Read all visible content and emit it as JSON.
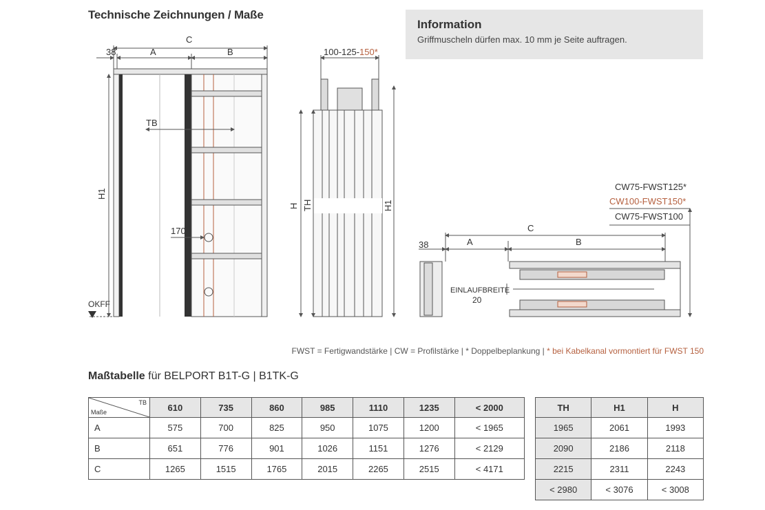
{
  "header": {
    "title": "Technische Zeichnungen / Maße"
  },
  "info": {
    "title": "Information",
    "text": "Griffmuscheln dürfen max. 10 mm je Seite auftragen."
  },
  "drawing_front": {
    "dim_38": "38",
    "dim_C": "C",
    "dim_A": "A",
    "dim_B": "B",
    "dim_TB": "TB",
    "dim_H1": "H1",
    "dim_170": "170",
    "okff": "OKFF"
  },
  "drawing_side": {
    "width_label_a": "100-125-",
    "width_label_b": "150*",
    "dim_H": "H",
    "dim_TH": "TH",
    "dim_H1": "H1"
  },
  "drawing_top": {
    "cw75_125": "CW75-FWST125*",
    "cw100_150": "CW100-FWST150*",
    "cw75_100": "CW75-FWST100",
    "dim_C": "C",
    "dim_38": "38",
    "dim_A": "A",
    "dim_B": "B",
    "einlauf": "EINLAUFBREITE",
    "einlauf_val": "20"
  },
  "legend": {
    "main": "FWST = Fertigwandstärke | CW = Profilstärke | * Doppelbeplankung | ",
    "red": "* bei Kabelkanal vormontiert für FWST 150"
  },
  "table_title": {
    "bold": "Maßtabelle",
    "rest": " für BELPORT B1T-G | B1TK-G"
  },
  "table_left": {
    "corner_tb": "TB",
    "corner_mass": "Maße",
    "headers": [
      "610",
      "735",
      "860",
      "985",
      "1110",
      "1235",
      "< 2000"
    ],
    "rows": [
      {
        "label": "A",
        "values": [
          "575",
          "700",
          "825",
          "950",
          "1075",
          "1200",
          "< 1965"
        ]
      },
      {
        "label": "B",
        "values": [
          "651",
          "776",
          "901",
          "1026",
          "1151",
          "1276",
          "< 2129"
        ]
      },
      {
        "label": "C",
        "values": [
          "1265",
          "1515",
          "1765",
          "2015",
          "2265",
          "2515",
          "< 4171"
        ]
      }
    ]
  },
  "table_right": {
    "headers": [
      "TH",
      "H1",
      "H"
    ],
    "rows": [
      [
        "1965",
        "2061",
        "1993"
      ],
      [
        "2090",
        "2186",
        "2118"
      ],
      [
        "2215",
        "2311",
        "2243"
      ],
      [
        "< 2980",
        "< 3076",
        "< 3008"
      ]
    ]
  },
  "colors": {
    "accent_red": "#b5603f",
    "info_bg": "#e6e6e6",
    "line": "#555555"
  }
}
